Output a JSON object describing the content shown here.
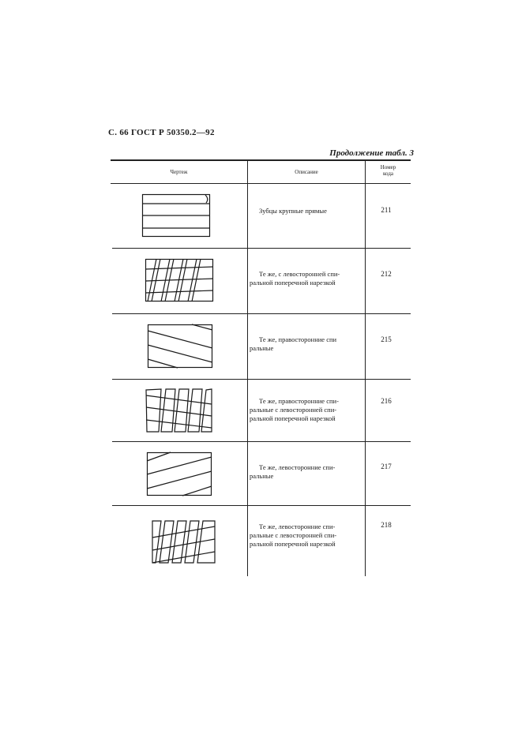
{
  "page": {
    "header": "С. 66 ГОСТ Р 50350.2—92",
    "table_caption": "Продолжение табл. 3"
  },
  "table": {
    "columns": {
      "drawing": "Чертеж",
      "description": "Описание",
      "code_line1": "Номер",
      "code_line2": "кода"
    },
    "rows": [
      {
        "drawing_icon": "straight-coarse-teeth-icon",
        "description_lines": [
          "Зубцы крупные прямые"
        ],
        "code": "211"
      },
      {
        "drawing_icon": "straight-teeth-left-spiral-crosscut-icon",
        "description_lines": [
          "Те же, с левосторонней спи-",
          "ральной поперечной нарезкой"
        ],
        "code": "212"
      },
      {
        "drawing_icon": "right-hand-spiral-teeth-icon",
        "description_lines": [
          "Те же, правосторонние спи",
          "ральные"
        ],
        "code": "215"
      },
      {
        "drawing_icon": "right-spiral-teeth-left-spiral-crosscut-icon",
        "description_lines": [
          "Те же, правосторонние спи-",
          "ральные с левосторонней спи-",
          "ральной поперечной нарезкой"
        ],
        "code": "216"
      },
      {
        "drawing_icon": "left-hand-spiral-teeth-icon",
        "description_lines": [
          "Те же, левосторонние спи-",
          "ральные"
        ],
        "code": "217"
      },
      {
        "drawing_icon": "left-spiral-teeth-left-spiral-crosscut-icon",
        "description_lines": [
          "Те же, левосторонние спи-",
          "ральные с левосторонней спи-",
          "ральной поперечной нарезкой"
        ],
        "code": "218"
      }
    ]
  }
}
